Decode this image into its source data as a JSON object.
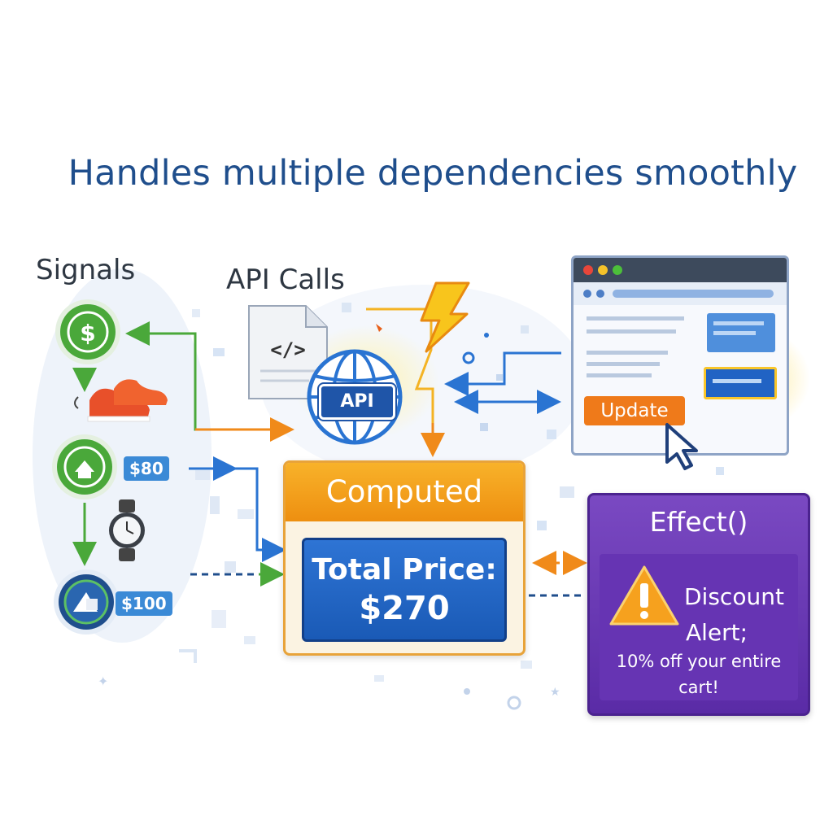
{
  "title": "Handles multiple dependencies smoothly",
  "signals": {
    "heading": "Signals",
    "prices": [
      "$80",
      "$100"
    ]
  },
  "api": {
    "heading": "API Calls",
    "doc_code": "</>",
    "badge": "API"
  },
  "browser": {
    "update_label": "Update"
  },
  "computed": {
    "heading": "Computed",
    "total_label": "Total Price:",
    "total_value": "$270"
  },
  "effect": {
    "heading": "Effect()",
    "alert_line1": "Discount",
    "alert_line2": "Alert;",
    "alert_line3": "10% off your entire",
    "alert_line4": "cart!"
  },
  "colors": {
    "title": "#1f4e8c",
    "signal_green": "#4aa83a",
    "computed_orange": "#f2a024",
    "total_blue": "#2466c4",
    "effect_purple": "#6a38b5",
    "update_orange": "#ef7a1a",
    "arrow_blue": "#2a74d2"
  }
}
